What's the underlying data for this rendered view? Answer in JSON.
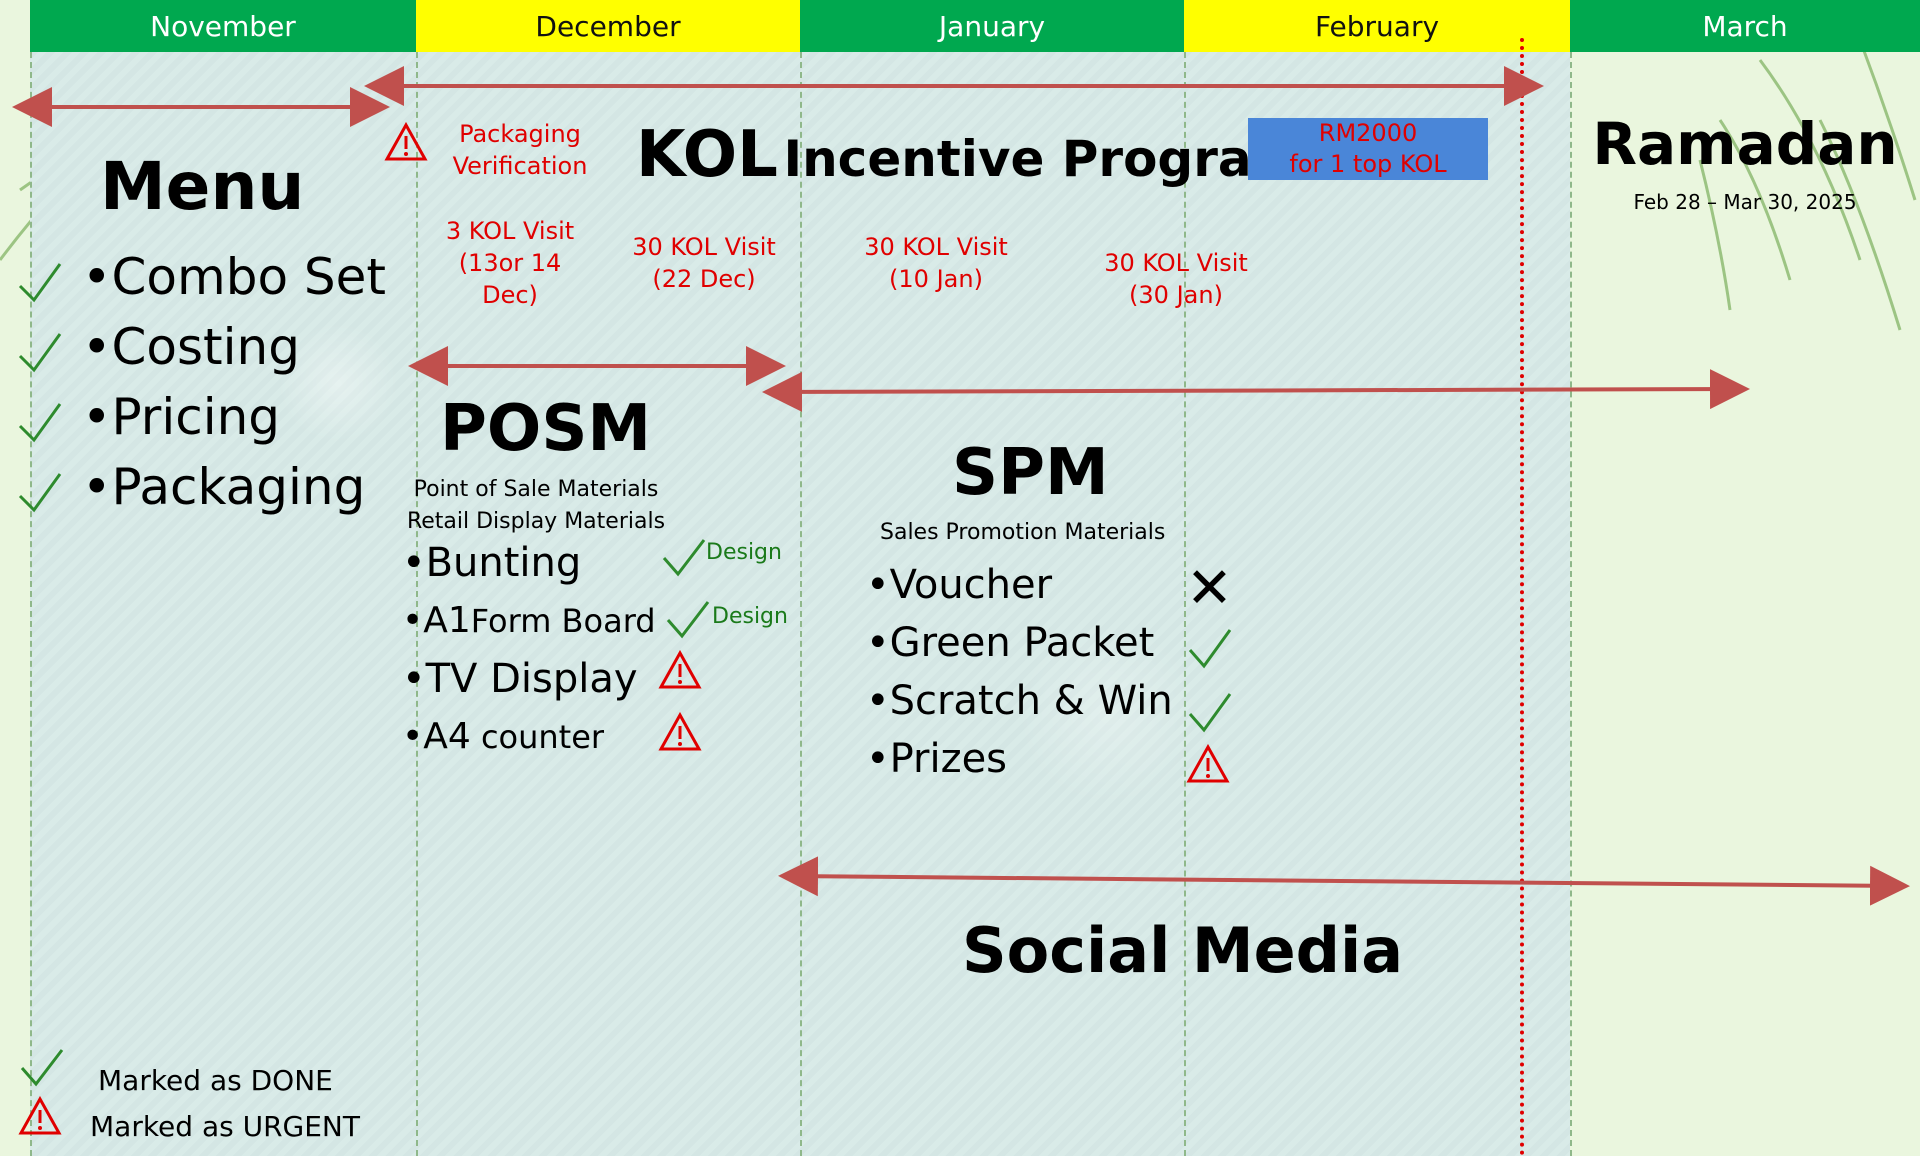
{
  "months": [
    "November",
    "December",
    "January",
    "February",
    "March"
  ],
  "menu": {
    "title": "Menu",
    "items": [
      "•Combo Set",
      "•Costing",
      "•Pricing",
      "•Packaging"
    ]
  },
  "kol": {
    "title_bold": "KOL",
    "title_rest": "Incentive Program",
    "packaging_verification": [
      "Packaging",
      "Verification"
    ],
    "reward_box": [
      "RM2000",
      "for 1 top KOL"
    ],
    "reward_box_color": "#4a86d8",
    "visits": [
      [
        "3 KOL Visit",
        "(13or 14 Dec)"
      ],
      [
        "30 KOL Visit",
        "(22 Dec)"
      ],
      [
        "30 KOL Visit",
        "(10 Jan)"
      ],
      [
        "30 KOL Visit",
        "(30 Jan)"
      ]
    ]
  },
  "ramadan": {
    "title": "Ramadan",
    "dates": "Feb 28 – Mar 30, 2025"
  },
  "posm": {
    "title": "POSM",
    "subtitle": [
      "Point of Sale Materials",
      "Retail Display Materials"
    ],
    "items": [
      {
        "bullet": "•",
        "main": "Bunting",
        "small": ""
      },
      {
        "bullet": "•",
        "main": "A1",
        "small": "Form Board"
      },
      {
        "bullet": "•",
        "main": "TV Display",
        "small": ""
      },
      {
        "bullet": "•",
        "main": "A4",
        "small": " counter"
      }
    ],
    "design_label": "Design"
  },
  "spm": {
    "title": "SPM",
    "subtitle": "Sales Promotion Materials",
    "items": [
      "•Voucher",
      "•Green Packet",
      "•Scratch & Win",
      "•Prizes"
    ]
  },
  "social_media": {
    "title": "Social Media"
  },
  "legend": {
    "done": "Marked as DONE",
    "urgent": "Marked as URGENT"
  },
  "colors": {
    "header_green": "#00a84f",
    "header_yellow": "#ffff00",
    "arrow": "#c0504d",
    "urgent_red": "#e00000",
    "check_green": "#2e8b2e"
  }
}
